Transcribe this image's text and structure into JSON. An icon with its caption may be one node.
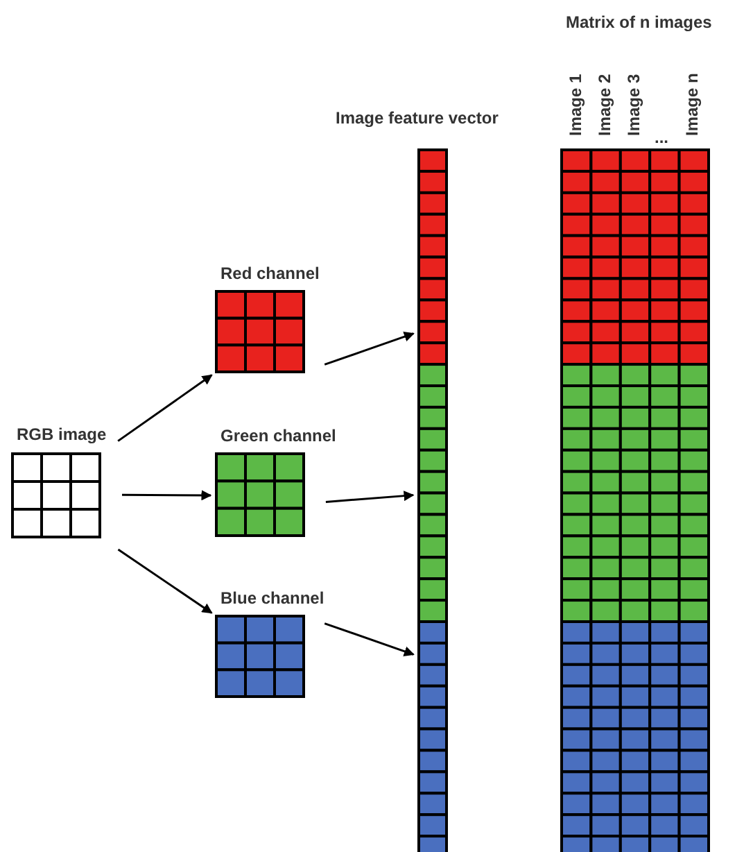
{
  "diagram": {
    "nodes": [
      {
        "text": [
          "RGB image"
        ]
      },
      {
        "text": [
          "Red channel"
        ]
      },
      {
        "text": [
          "Green channel"
        ]
      },
      {
        "text": [
          "Blue channel"
        ]
      },
      {
        "text": [
          "Image feature vector"
        ]
      },
      {
        "text": [
          "Matrix of n images"
        ]
      }
    ],
    "edges": [
      {
        "from": 0,
        "to": 1,
        "arrow": "to"
      },
      {
        "from": 0,
        "to": 2,
        "arrow": "to"
      },
      {
        "from": 0,
        "to": 3,
        "arrow": "to"
      },
      {
        "from": 1,
        "to": 4,
        "arrow": "to"
      },
      {
        "from": 2,
        "to": 4,
        "arrow": "to"
      },
      {
        "from": 3,
        "to": 4,
        "arrow": "to"
      }
    ],
    "labels": [
      "Image 1",
      "Image 2",
      "Image 3",
      "...",
      "Image n"
    ]
  }
}
